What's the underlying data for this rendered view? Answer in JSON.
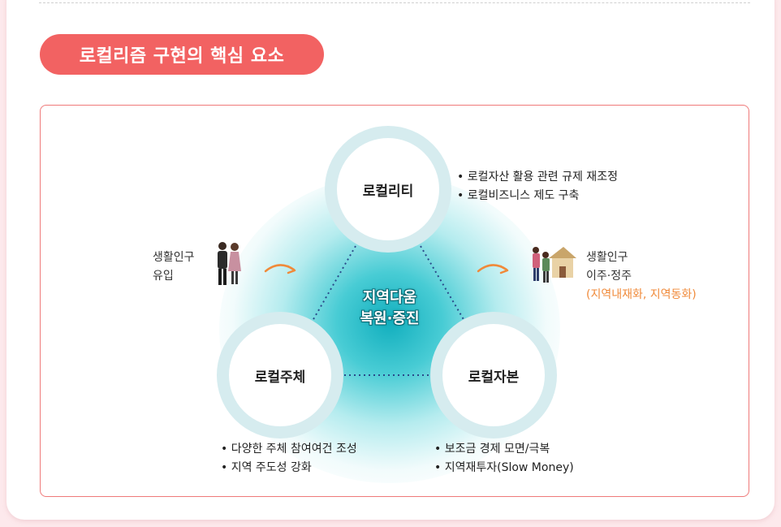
{
  "header": {
    "title": "로컬리즘 구현의 핵심 요소"
  },
  "diagram": {
    "center": [
      "지역다움",
      "복원·증진"
    ],
    "nodes": {
      "top": "로컬리티",
      "left": "로컬주체",
      "right": "로컬자본"
    },
    "bullets": {
      "top": [
        "• 로컬자산 활용 관련 규제 재조정",
        "• 로컬비즈니스 제도 구축"
      ],
      "left": [
        "• 다양한 주체 참여여건 조성",
        "• 지역 주도성 강화"
      ],
      "right": [
        "• 보조금 경제 모면/극복",
        "• 지역재투자(Slow Money)"
      ]
    },
    "inflow": [
      "생활인구",
      "유입"
    ],
    "settle": [
      "생활인구",
      "이주·정주"
    ],
    "settle_note": "(지역내재화, 지역동화)"
  },
  "colors": {
    "accent": "#f26262",
    "teal": "#12afbe",
    "orange": "#f08a3a",
    "ring": "#d6ecef"
  }
}
